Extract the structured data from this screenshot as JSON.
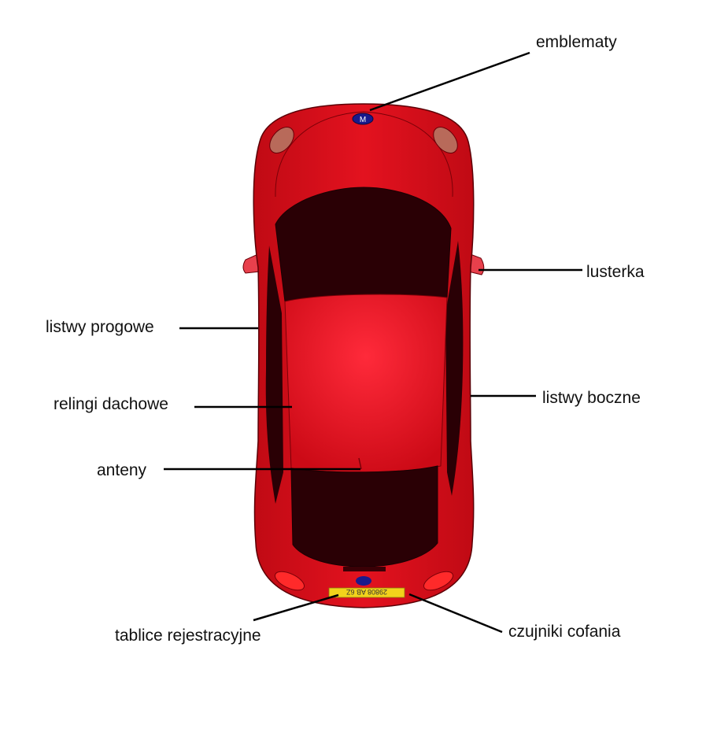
{
  "diagram": {
    "labels": {
      "emblems": "emblematy",
      "mirrors": "lusterka",
      "sill_trims": "listwy progowe",
      "roof_rails": "relingi dachowe",
      "side_trims": "listwy boczne",
      "antennas": "anteny",
      "license_plates": "tablice rejestracyjne",
      "parking_sensors": "czujniki cofania"
    },
    "badge_letter": "M",
    "plate_text": "29808 AB 6Z",
    "colors": {
      "body": "#e0101d",
      "body_dark": "#a00008",
      "roof_center": "#ff2a3a",
      "windows": "#2a0005",
      "headlights": "#b86a5a",
      "taillights": "#ff2a2a",
      "badge": "#1a1a8c",
      "plate": "#f2d21b",
      "leader_lines": "#000000"
    }
  }
}
